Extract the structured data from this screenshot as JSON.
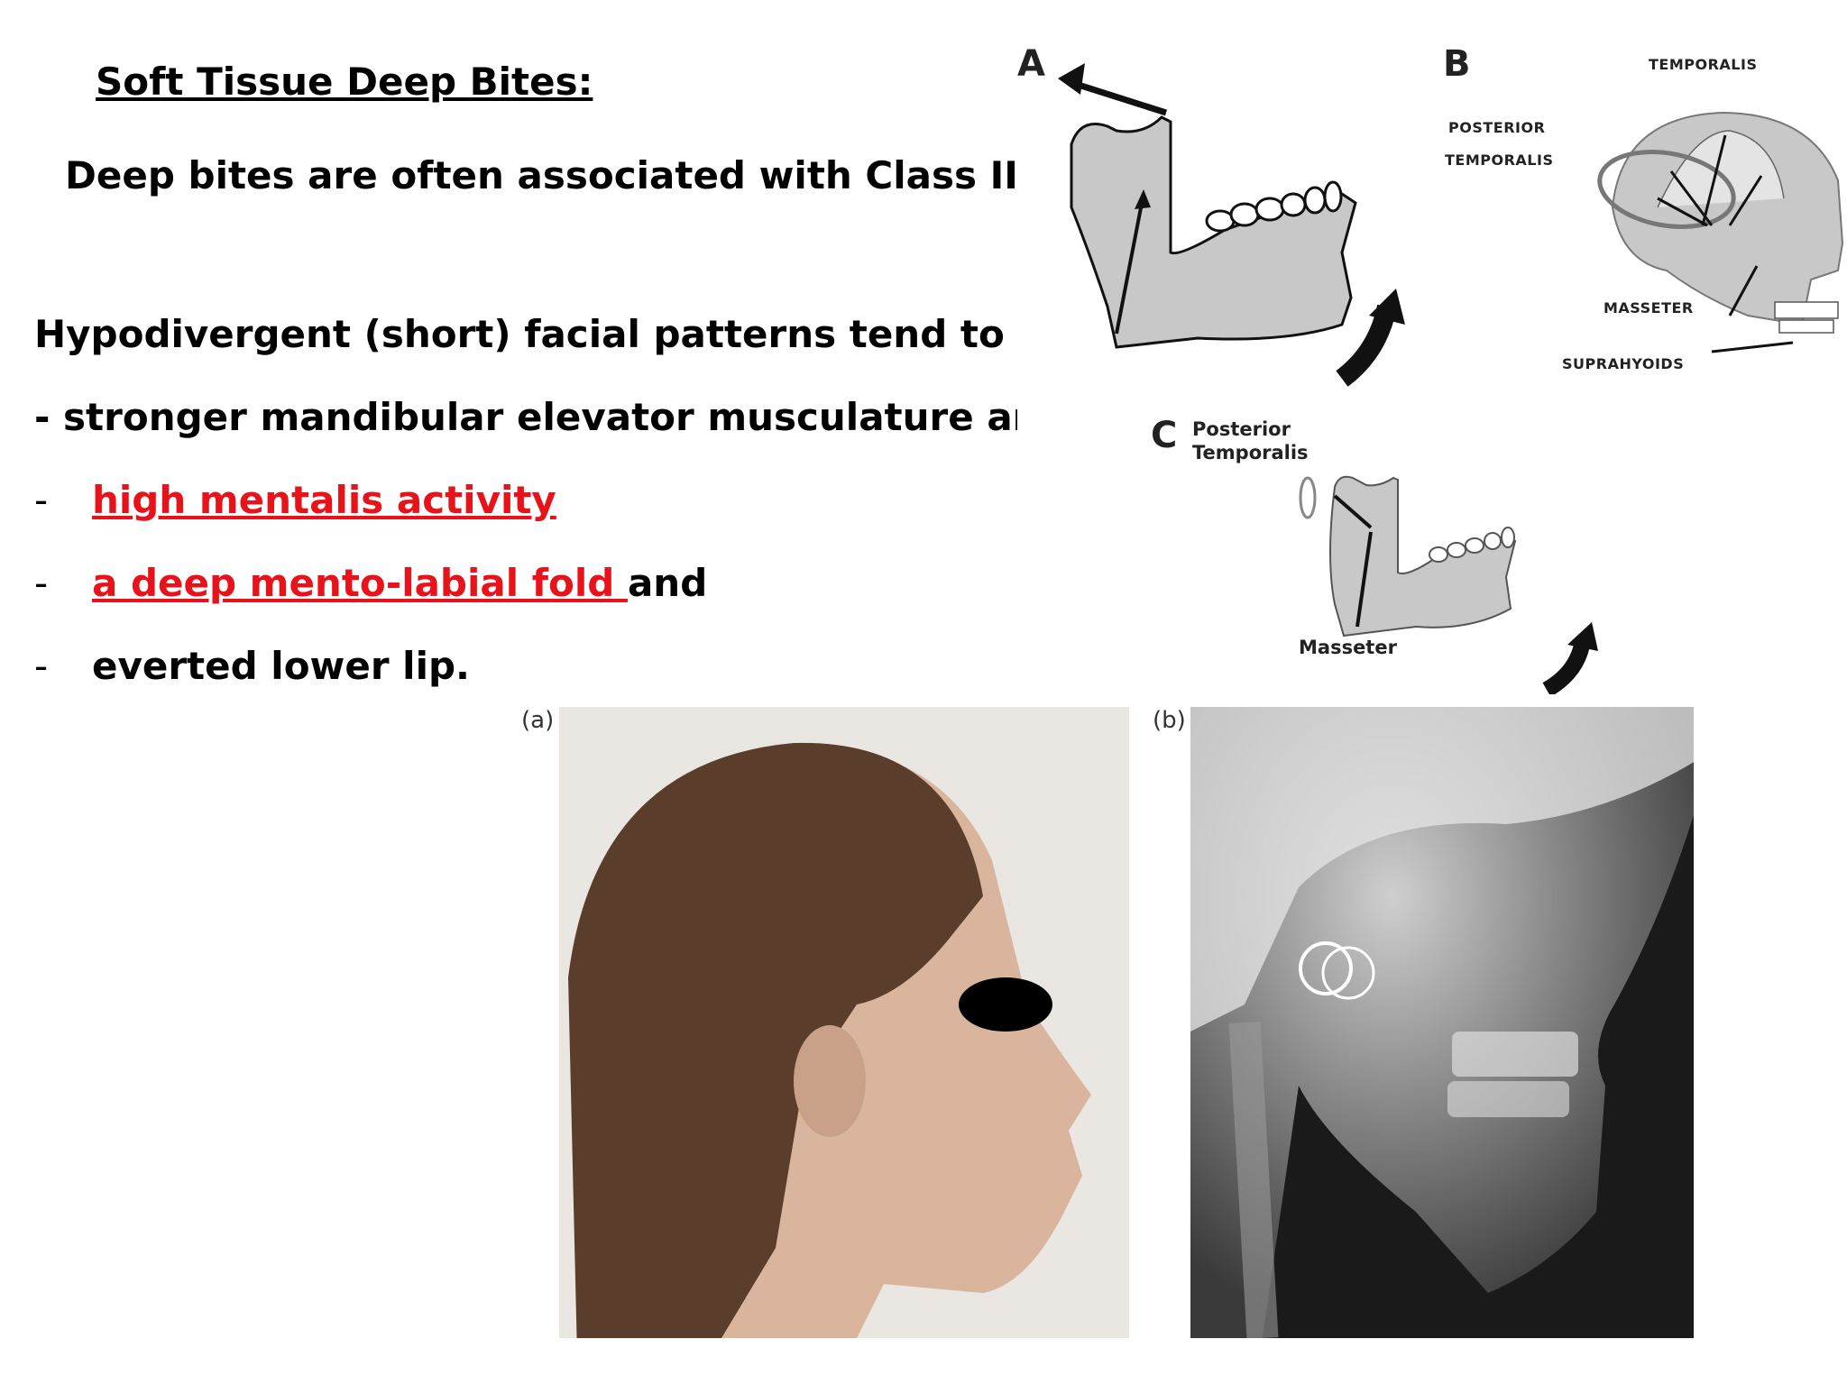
{
  "slide": {
    "title": "Soft Tissue Deep Bites:",
    "intro": "Deep bites are often associated with Class II maloc",
    "hypo": "Hypodivergent (short) facial patterns tend to have: -",
    "bullet0": "- stronger mandibular elevator musculature and",
    "bullets": [
      {
        "dash": "-",
        "text": "high mentalis activity",
        "suffix": "",
        "highlight": true
      },
      {
        "dash": "-",
        "text": "a deep mento-labial fold ",
        "suffix": "and",
        "highlight": true
      },
      {
        "dash": "-",
        "text": "everted lower lip.",
        "suffix": "",
        "highlight": false
      }
    ],
    "highlight_color": "#e8121b"
  },
  "figure_muscles": {
    "panel_a": "A",
    "panel_b": "B",
    "panel_c": "C",
    "b_labels": {
      "temporalis": "TEMPORALIS",
      "posterior_temporalis_1": "POSTERIOR",
      "posterior_temporalis_2": "TEMPORALIS",
      "masseter": "MASSETER",
      "suprahyoids": "SUPRAHYOIDS"
    },
    "c_labels": {
      "posterior_1": "Posterior",
      "posterior_2": "Temporalis",
      "masseter": "Masseter"
    }
  },
  "photos": {
    "caption_a": "(a)",
    "caption_b": "(b)"
  }
}
